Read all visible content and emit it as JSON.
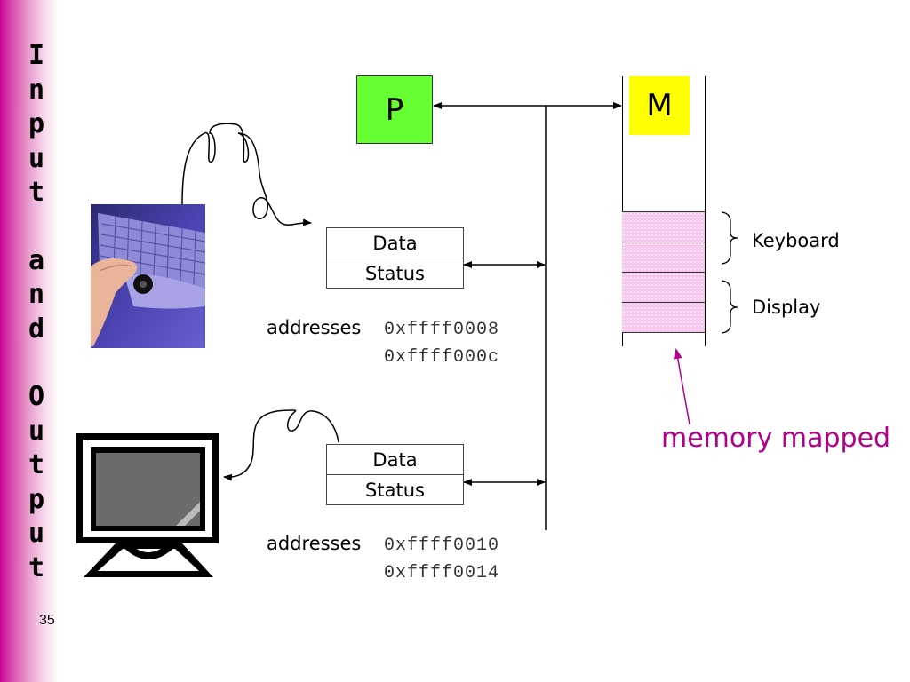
{
  "slide": {
    "vertical_title_letters": [
      "I",
      "n",
      "p",
      "u",
      "t",
      " ",
      "a",
      "n",
      "d",
      " ",
      "O",
      "u",
      "t",
      "p",
      "u",
      "t"
    ],
    "vertical_title": "Input and Output",
    "page_number": "35",
    "sidebar_color": "#cc0099"
  },
  "diagram": {
    "processor": {
      "label": "P",
      "color": "#66ff33"
    },
    "memory": {
      "label": "M",
      "color": "#ffff00",
      "mapped_region_color": "#f7c6ec"
    },
    "memory_regions": [
      {
        "label": "Keyboard"
      },
      {
        "label": "Display"
      }
    ],
    "memory_mapped_note": {
      "text": "memory mapped",
      "color": "#b3008c"
    },
    "devices": [
      {
        "name": "keyboard",
        "registers": [
          "Data",
          "Status"
        ],
        "addresses_label": "addresses",
        "addresses": [
          "0xffff0008",
          "0xffff000c"
        ]
      },
      {
        "name": "display",
        "registers": [
          "Data",
          "Status"
        ],
        "addresses_label": "addresses",
        "addresses": [
          "0xffff0010",
          "0xffff0014"
        ]
      }
    ]
  }
}
